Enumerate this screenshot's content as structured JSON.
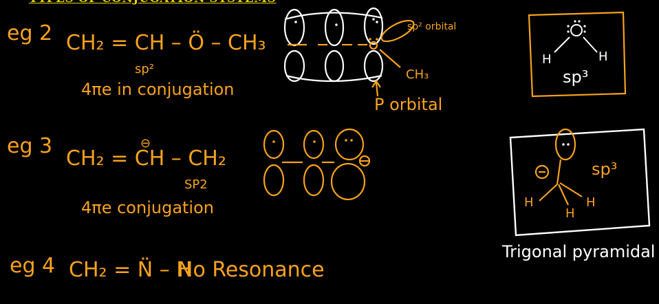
{
  "title": "TYPES OF CONJUGATION SYSTEMS",
  "eg2": {
    "label": "eg 2",
    "formula": "CH₂ = CH – Ö – CH₃",
    "hybrid": "sp²",
    "note": "4πe in conjugation",
    "orbital_label": "sp² orbital",
    "ch3_label": "CH₃",
    "p_orbital_label": "P orbital",
    "water_label": "sp³",
    "water_h_left": "H",
    "water_h_right": "H"
  },
  "eg3": {
    "label": "eg 3",
    "formula": "CH₂ = CH – CH₂",
    "charge": "⊖",
    "hybrid": "SP2",
    "note": "4πe conjugation",
    "pyr_label": "sp³",
    "pyr_h1": "H",
    "pyr_h2": "H",
    "pyr_h3": "H",
    "pyr_caption": "Trigonal pyramidal"
  },
  "eg4": {
    "label": "eg 4",
    "formula": "CH₂ = N̈ – H",
    "note": "No Resonance"
  },
  "colors": {
    "ink": "#f7a21e",
    "white": "#ffffff",
    "title": "#e8d200"
  }
}
